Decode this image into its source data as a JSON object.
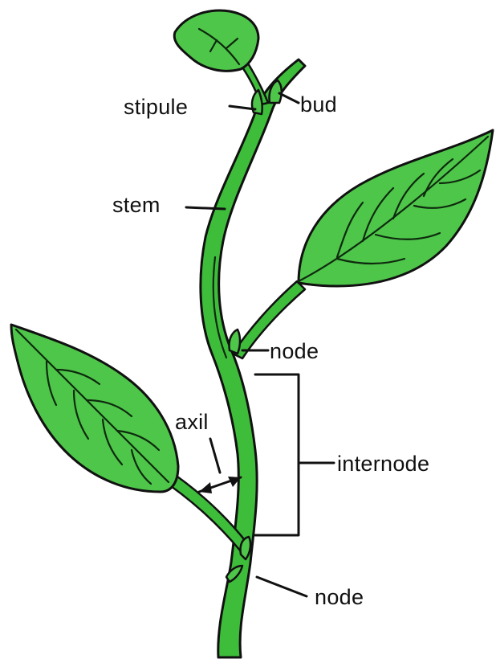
{
  "colors": {
    "leaf": "#4ec64a",
    "stem": "#3ebd3b",
    "outline": "#111111",
    "background": "#ffffff"
  },
  "labels": {
    "stipule": "stipule",
    "bud": "bud",
    "stem": "stem",
    "node_upper": "node",
    "axil": "axil",
    "internode": "internode",
    "node_lower": "node"
  }
}
